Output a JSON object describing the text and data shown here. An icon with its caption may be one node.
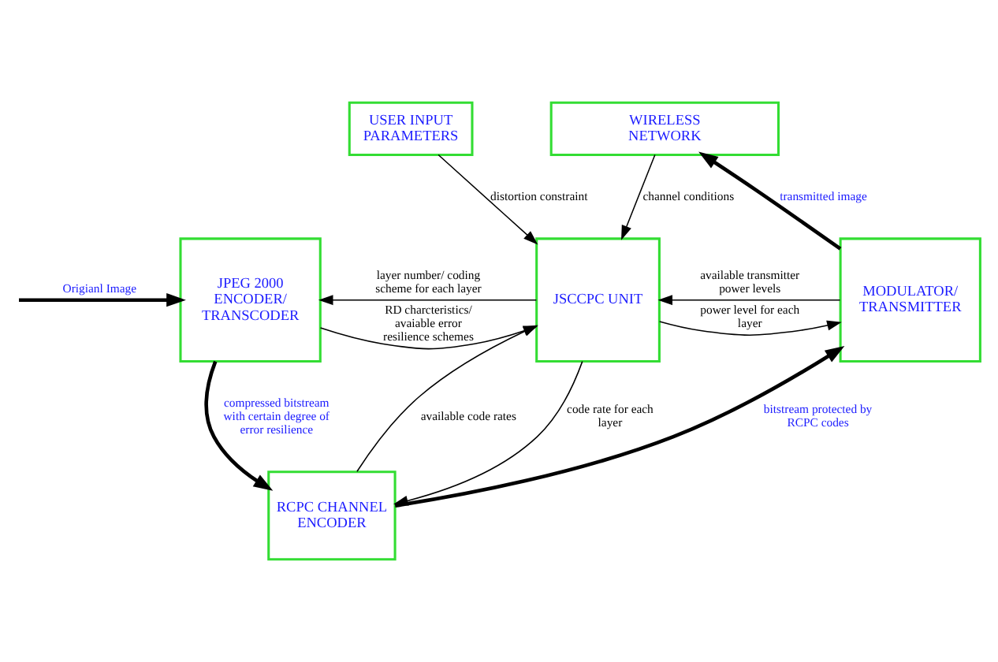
{
  "diagram": {
    "nodes": [
      {
        "text": [
          "USER INPUT PARAMETERS"
        ]
      },
      {
        "text": [
          "WIRELESS NETWORK"
        ]
      },
      {
        "text": [
          "JPEG 2000 ENCODER/ TRANSCODER"
        ]
      },
      {
        "text": [
          "JSCCPC UNIT"
        ]
      },
      {
        "text": [
          "MODULATOR/ TRANSMITTER"
        ]
      },
      {
        "text": [
          "RCPC CHANNEL ENCODER"
        ]
      }
    ],
    "edges": [
      {
        "from": 0,
        "to": 3,
        "arrow": "to",
        "label": "distortion constraint"
      },
      {
        "from": 1,
        "to": 3,
        "arrow": "to",
        "label": "channel conditions"
      },
      {
        "from": 4,
        "to": 1,
        "arrow": "to",
        "label": "transmitted image",
        "style": "thick"
      },
      {
        "from": null,
        "to": 2,
        "arrow": "to",
        "label": "Origianl Image",
        "style": "thick"
      },
      {
        "from": 2,
        "to": 3,
        "arrow": "to",
        "label": "RD charcteristics/ avaiable error resilience schemes"
      },
      {
        "from": 3,
        "to": 2,
        "arrow": "to",
        "label": "layer number/ coding scheme for each layer"
      },
      {
        "from": 4,
        "to": 3,
        "arrow": "to",
        "label": "available transmitter power levels"
      },
      {
        "from": 3,
        "to": 4,
        "arrow": "to",
        "label": "power level for each layer"
      },
      {
        "from": 3,
        "to": 5,
        "arrow": "to",
        "label": "code rate for each layer"
      },
      {
        "from": 5,
        "to": 3,
        "arrow": "to",
        "label": "available code rates"
      },
      {
        "from": 2,
        "to": 5,
        "arrow": "to",
        "label": "compressed bitstream with certain degree of error resilience",
        "style": "thick"
      },
      {
        "from": 5,
        "to": 4,
        "arrow": "to",
        "label": "bitstream protected by RCPC codes",
        "style": "thick"
      }
    ]
  }
}
